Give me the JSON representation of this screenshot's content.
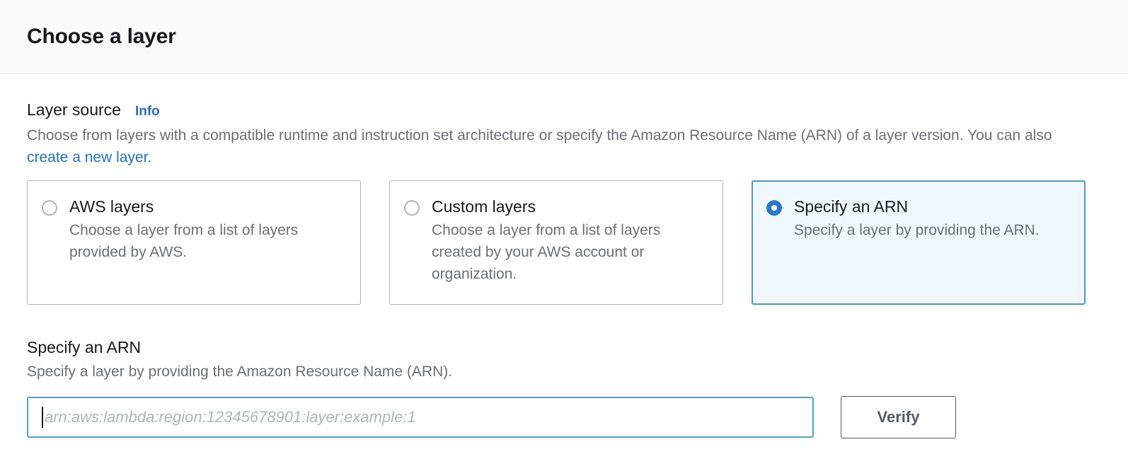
{
  "header": {
    "title": "Choose a layer"
  },
  "layer_source": {
    "label": "Layer source",
    "info_label": "Info",
    "description_part1": "Choose from layers with a compatible runtime and instruction set architecture or specify the Amazon Resource Name (ARN) of a layer version. You can also ",
    "description_link": "create a new layer",
    "description_part2": ".",
    "options": [
      {
        "title": "AWS layers",
        "description": "Choose a layer from a list of layers provided by AWS.",
        "selected": false
      },
      {
        "title": "Custom layers",
        "description": "Choose a layer from a list of layers created by your AWS account or organization.",
        "selected": false
      },
      {
        "title": "Specify an ARN",
        "description": "Specify a layer by providing the ARN.",
        "selected": true
      }
    ]
  },
  "arn_section": {
    "heading": "Specify an ARN",
    "description": "Specify a layer by providing the Amazon Resource Name (ARN).",
    "input_value": "",
    "input_placeholder": "arn:aws:lambda:region:12345678901:layer:example:1",
    "verify_label": "Verify"
  },
  "colors": {
    "accent_blue": "#2a6ebb",
    "selected_border": "#4a98cc",
    "selected_background": "#f1f8fd",
    "focus_border": "#539fcd",
    "text_primary": "#16191f",
    "text_secondary": "#687078",
    "border_gray": "#aab7b8",
    "button_border": "#545b64"
  }
}
